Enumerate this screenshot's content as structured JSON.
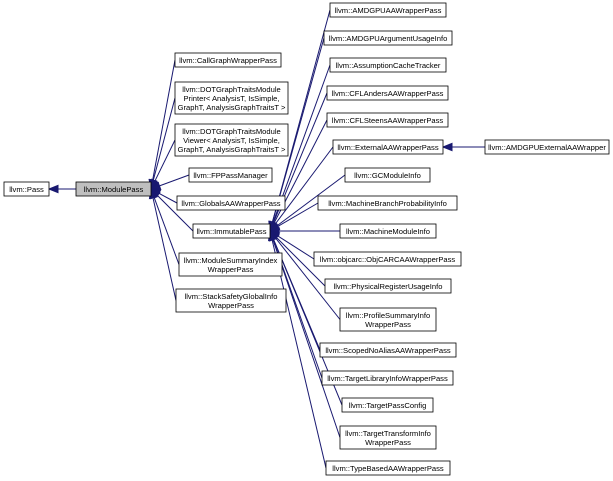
{
  "diagram": {
    "nodes": [
      {
        "id": "pass",
        "lines": [
          "llvm::Pass"
        ]
      },
      {
        "id": "modulepass",
        "lines": [
          "llvm::ModulePass"
        ],
        "current": true
      },
      {
        "id": "callgraph",
        "lines": [
          "llvm::CallGraphWrapperPass"
        ]
      },
      {
        "id": "dotprinter",
        "lines": [
          "llvm::DOTGraphTraitsModule",
          "Printer< AnalysisT, IsSimple,",
          "GraphT, AnalysisGraphTraitsT >"
        ]
      },
      {
        "id": "dotviewer",
        "lines": [
          "llvm::DOTGraphTraitsModule",
          "Viewer< AnalysisT, IsSimple,",
          "GraphT, AnalysisGraphTraitsT >"
        ]
      },
      {
        "id": "fppass",
        "lines": [
          "llvm::FPPassManager"
        ]
      },
      {
        "id": "globalsaa",
        "lines": [
          "llvm::GlobalsAAWrapperPass"
        ]
      },
      {
        "id": "immutable",
        "lines": [
          "llvm::ImmutablePass"
        ]
      },
      {
        "id": "modsummary",
        "lines": [
          "llvm::ModuleSummaryIndex",
          "WrapperPass"
        ]
      },
      {
        "id": "stacksafety",
        "lines": [
          "llvm::StackSafetyGlobalInfo",
          "WrapperPass"
        ]
      },
      {
        "id": "amdgpuaa",
        "lines": [
          "llvm::AMDGPUAAWrapperPass"
        ]
      },
      {
        "id": "amdgpuarg",
        "lines": [
          "llvm::AMDGPUArgumentUsageInfo"
        ]
      },
      {
        "id": "assumption",
        "lines": [
          "llvm::AssumptionCacheTracker"
        ]
      },
      {
        "id": "cflanders",
        "lines": [
          "llvm::CFLAndersAAWrapperPass"
        ]
      },
      {
        "id": "cflsteens",
        "lines": [
          "llvm::CFLSteensAAWrapperPass"
        ]
      },
      {
        "id": "externalaa",
        "lines": [
          "llvm::ExternalAAWrapperPass"
        ]
      },
      {
        "id": "amdgpuext",
        "lines": [
          "llvm::AMDGPUExternalAAWrapper"
        ]
      },
      {
        "id": "gcmodule",
        "lines": [
          "llvm::GCModuleInfo"
        ]
      },
      {
        "id": "mbpi",
        "lines": [
          "llvm::MachineBranchProbabilityInfo"
        ]
      },
      {
        "id": "mmi",
        "lines": [
          "llvm::MachineModuleInfo"
        ]
      },
      {
        "id": "objcarc",
        "lines": [
          "llvm::objcarc::ObjCARCAAWrapperPass"
        ]
      },
      {
        "id": "physreg",
        "lines": [
          "llvm::PhysicalRegisterUsageInfo"
        ]
      },
      {
        "id": "profsummary",
        "lines": [
          "llvm::ProfileSummaryInfo",
          "WrapperPass"
        ]
      },
      {
        "id": "scopednoalias",
        "lines": [
          "llvm::ScopedNoAliasAAWrapperPass"
        ]
      },
      {
        "id": "targetlib",
        "lines": [
          "llvm::TargetLibraryInfoWrapperPass"
        ]
      },
      {
        "id": "targetpass",
        "lines": [
          "llvm::TargetPassConfig"
        ]
      },
      {
        "id": "targettransform",
        "lines": [
          "llvm::TargetTransformInfo",
          "WrapperPass"
        ]
      },
      {
        "id": "typebased",
        "lines": [
          "llvm::TypeBasedAAWrapperPass"
        ]
      }
    ],
    "edges": [
      {
        "from": "modulepass",
        "to": "pass"
      },
      {
        "from": "callgraph",
        "to": "modulepass"
      },
      {
        "from": "dotprinter",
        "to": "modulepass"
      },
      {
        "from": "dotviewer",
        "to": "modulepass"
      },
      {
        "from": "fppass",
        "to": "modulepass"
      },
      {
        "from": "globalsaa",
        "to": "modulepass"
      },
      {
        "from": "immutable",
        "to": "modulepass"
      },
      {
        "from": "modsummary",
        "to": "modulepass"
      },
      {
        "from": "stacksafety",
        "to": "modulepass"
      },
      {
        "from": "amdgpuaa",
        "to": "immutable"
      },
      {
        "from": "amdgpuarg",
        "to": "immutable"
      },
      {
        "from": "assumption",
        "to": "immutable"
      },
      {
        "from": "cflanders",
        "to": "immutable"
      },
      {
        "from": "cflsteens",
        "to": "immutable"
      },
      {
        "from": "externalaa",
        "to": "immutable"
      },
      {
        "from": "gcmodule",
        "to": "immutable"
      },
      {
        "from": "mbpi",
        "to": "immutable"
      },
      {
        "from": "mmi",
        "to": "immutable"
      },
      {
        "from": "objcarc",
        "to": "immutable"
      },
      {
        "from": "physreg",
        "to": "immutable"
      },
      {
        "from": "profsummary",
        "to": "immutable"
      },
      {
        "from": "scopednoalias",
        "to": "immutable"
      },
      {
        "from": "targetlib",
        "to": "immutable"
      },
      {
        "from": "targetpass",
        "to": "immutable"
      },
      {
        "from": "targettransform",
        "to": "immutable"
      },
      {
        "from": "typebased",
        "to": "immutable"
      },
      {
        "from": "amdgpuext",
        "to": "externalaa"
      }
    ],
    "colors": {
      "edge": "#191970",
      "node_border": "#000000",
      "node_fill": "#ffffff",
      "current_fill": "#bfbfbf"
    }
  }
}
